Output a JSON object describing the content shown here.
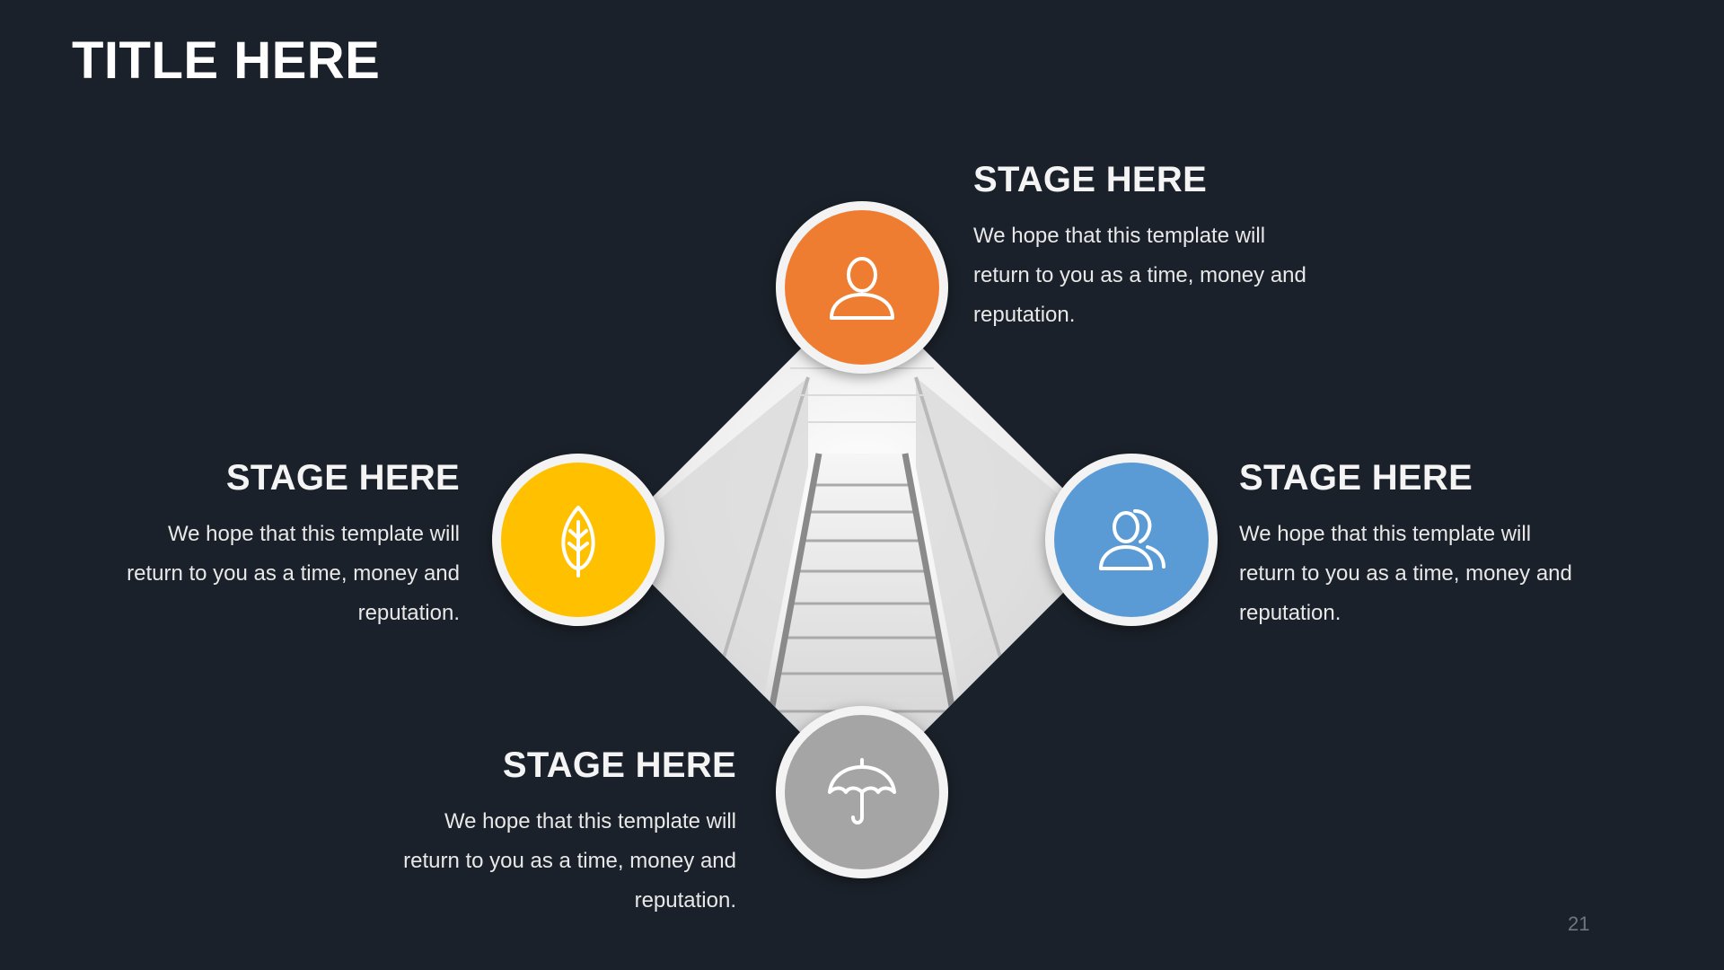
{
  "slide": {
    "title": "TITLE HERE",
    "page_number": "21"
  },
  "stages": [
    {
      "heading": "STAGE HERE",
      "body": "We hope that this template will return to you as a time, money and reputation.",
      "color": "#ee7d31",
      "icon": "user-icon"
    },
    {
      "heading": "STAGE HERE",
      "body": "We hope that this template will return to you as a time, money and reputation.",
      "color": "#ffc000",
      "icon": "leaf-icon"
    },
    {
      "heading": "STAGE HERE",
      "body": "We hope that this template will return to you as a time, money and reputation.",
      "color": "#5b9bd5",
      "icon": "users-icon"
    },
    {
      "heading": "STAGE HERE",
      "body": "We hope that this template will return to you as a time, money and reputation.",
      "color": "#a5a5a5",
      "icon": "umbrella-icon"
    }
  ]
}
